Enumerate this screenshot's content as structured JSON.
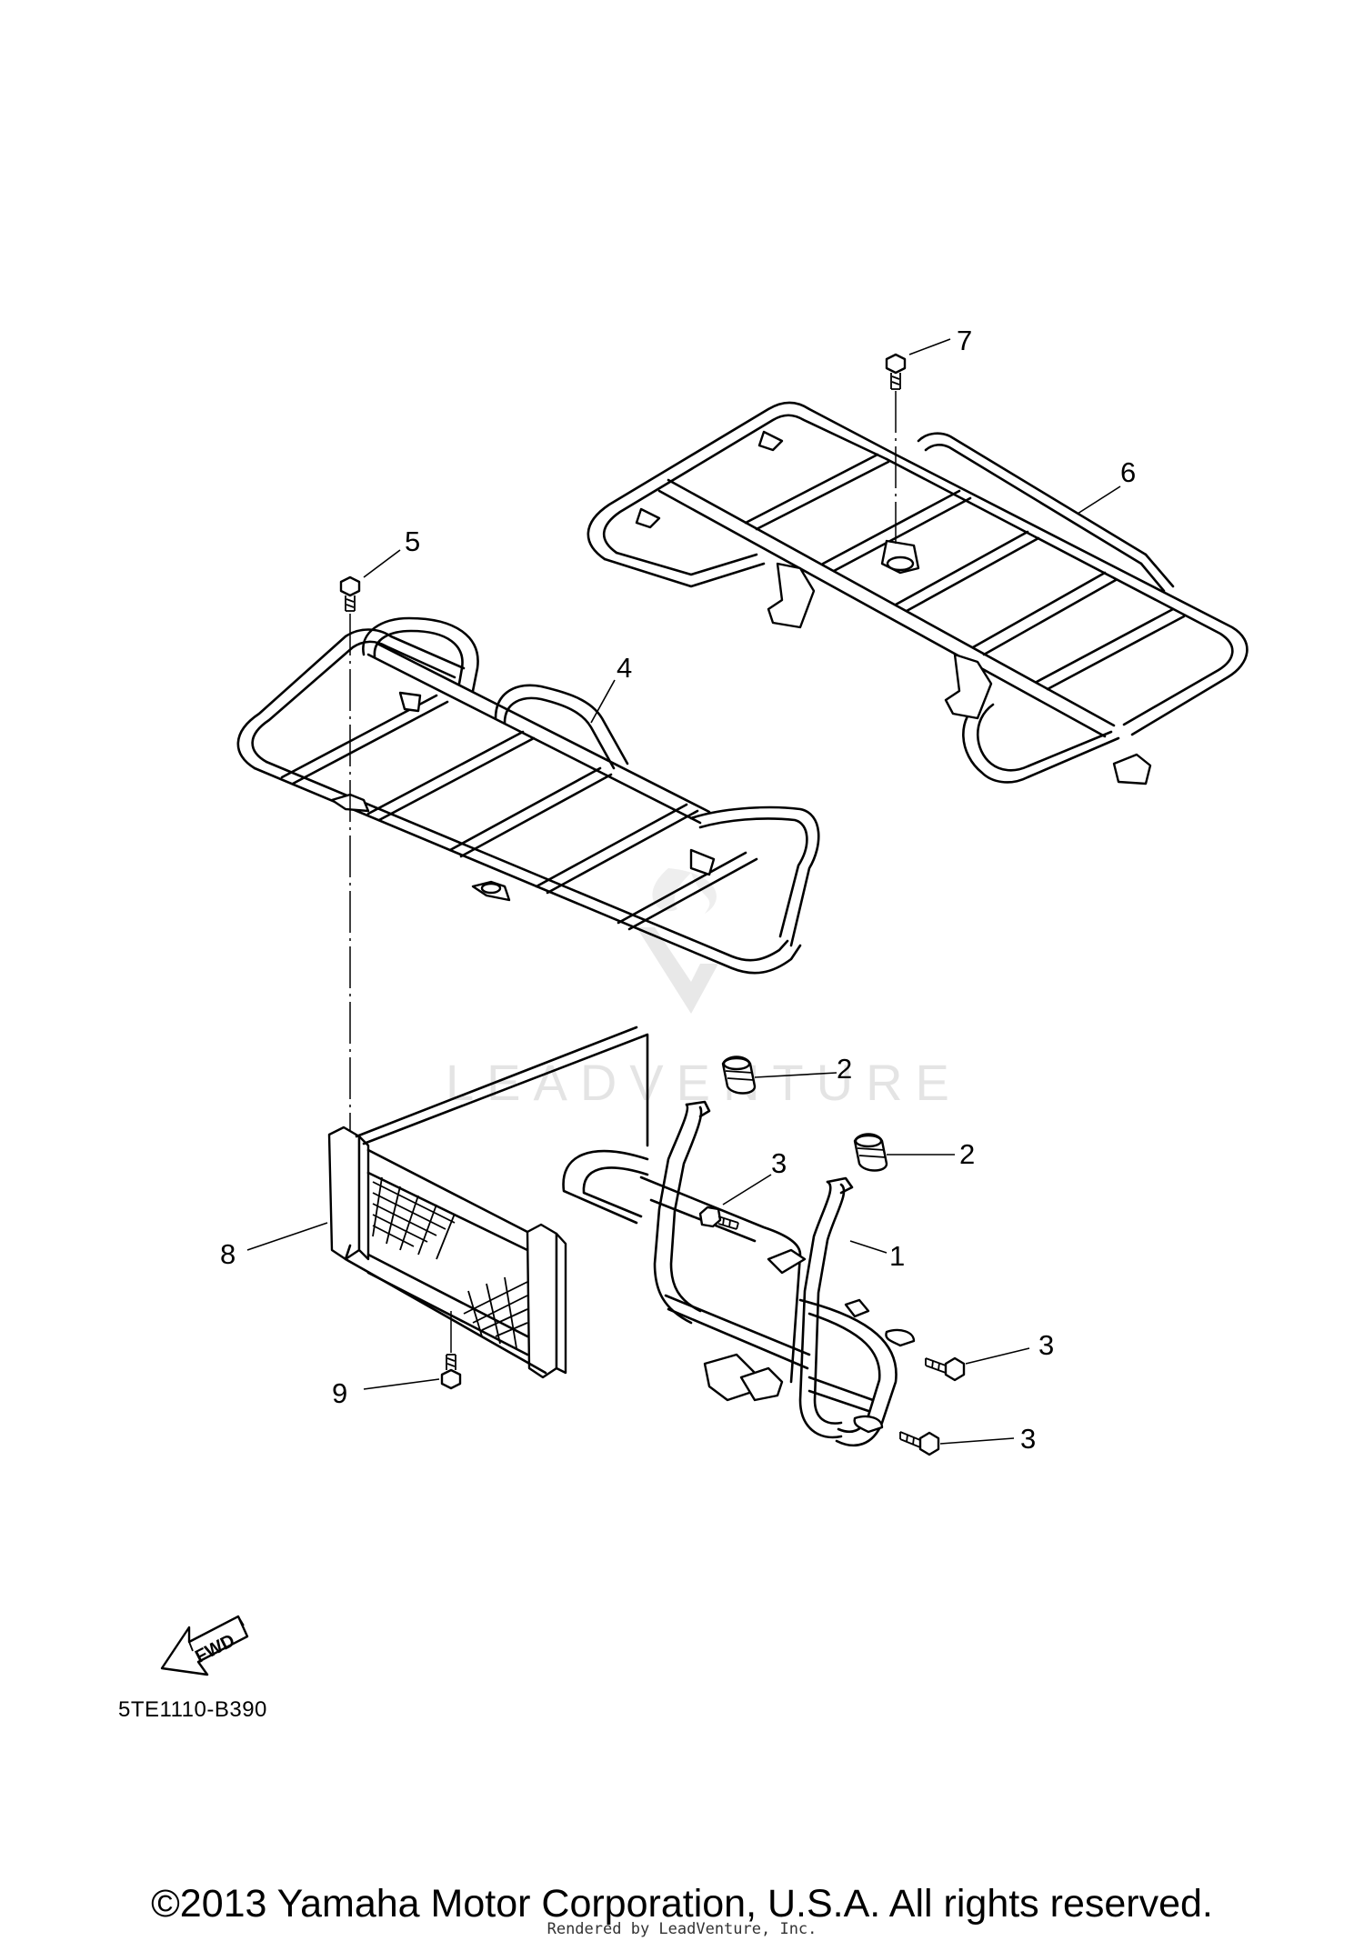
{
  "callouts": {
    "c1": "1",
    "c2a": "2",
    "c2b": "2",
    "c3a": "3",
    "c3b": "3",
    "c3c": "3",
    "c4": "4",
    "c5": "5",
    "c6": "6",
    "c7": "7",
    "c8": "8",
    "c9": "9"
  },
  "fwd_label": "FWD",
  "diagram_code": "5TE1110-B390",
  "watermark": "LEADVENTURE",
  "copyright": "©2013 Yamaha Motor Corporation, U.S.A. All rights reserved.",
  "rendered_by": "Rendered by LeadVenture, Inc."
}
